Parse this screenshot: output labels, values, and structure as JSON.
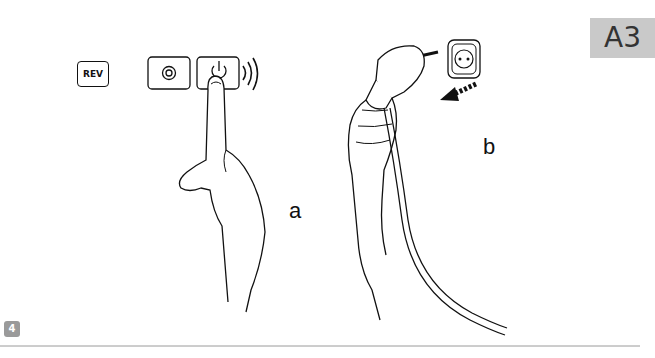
{
  "diagram": {
    "nodes": [
      {
        "text": [
          "A3"
        ]
      },
      {
        "text": [
          "REV"
        ]
      },
      {
        "text": [
          "4"
        ]
      }
    ],
    "labels": [
      "a",
      "b"
    ]
  }
}
